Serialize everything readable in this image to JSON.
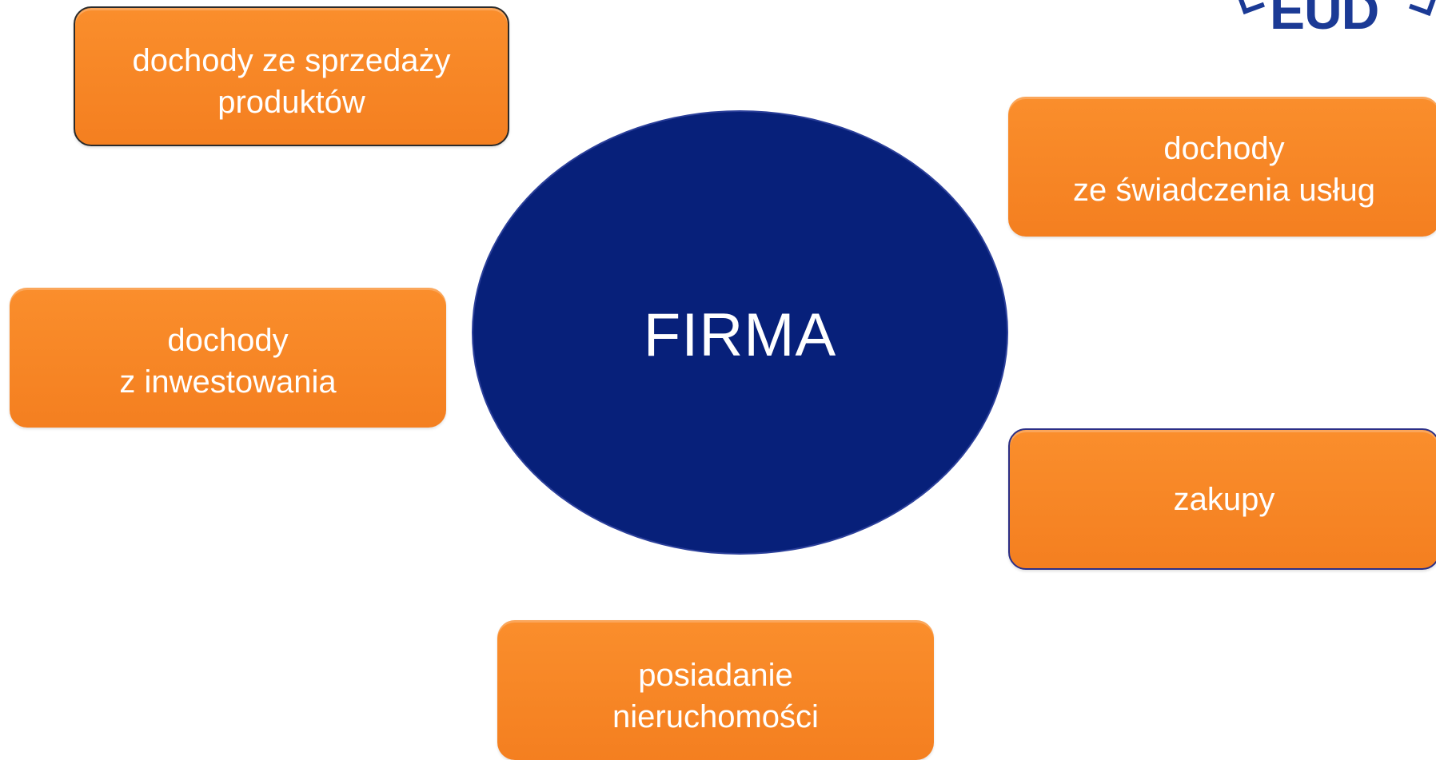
{
  "logo": {
    "text": "EUD"
  },
  "center": {
    "label": "FIRMA",
    "color": "#07207a"
  },
  "boxes": {
    "sales": "dochody ze sprzedaży\nproduktów",
    "services": "dochody\nze świadczenia usług",
    "investing": "dochody\nz inwestowania",
    "purchases": "zakupy",
    "realestate": "posiadanie\nnieruchomości"
  },
  "colors": {
    "box_fill": "#f6851f",
    "box_text": "#ffffff",
    "logo_text": "#1b3a95"
  }
}
